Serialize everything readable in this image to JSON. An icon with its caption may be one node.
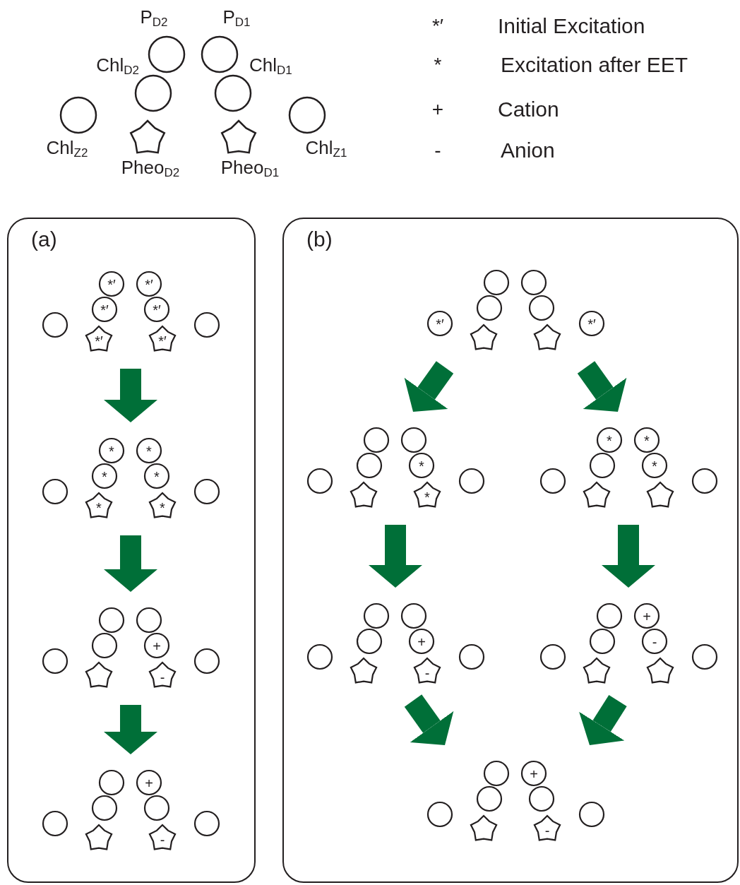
{
  "diagram": {
    "nodes": [
      {
        "text": [
          "P$_{D2}$"
        ]
      },
      {
        "text": [
          "P$_{D1}$"
        ]
      },
      {
        "text": [
          "Chl$_{D2}$"
        ]
      },
      {
        "text": [
          "Chl$_{D1}$"
        ]
      },
      {
        "text": [
          "Chl$_{Z2}$"
        ]
      },
      {
        "text": [
          "Chl$_{Z1}$"
        ]
      },
      {
        "text": [
          "Pheo$_{D2}$"
        ]
      },
      {
        "text": [
          "Pheo$_{D1}$"
        ]
      },
      {
        "text": [
          "(a)"
        ]
      },
      {
        "text": [],
        "shape": "group",
        "in": 8
      },
      {
        "text": [
          "*′"
        ],
        "in": 9
      },
      {
        "text": [
          "*′"
        ],
        "in": 9
      },
      {
        "text": [
          "*′"
        ],
        "in": 9
      },
      {
        "text": [
          "*′"
        ],
        "in": 9
      },
      {
        "text": [],
        "shape": "circle",
        "in": 9
      },
      {
        "text": [],
        "shape": "circle",
        "in": 9
      },
      {
        "text": [
          "*′"
        ],
        "in": 9
      },
      {
        "text": [
          "*′"
        ],
        "in": 9
      },
      {
        "text": [],
        "shape": "group",
        "in": 8
      },
      {
        "text": [
          "*"
        ],
        "in": 18
      },
      {
        "text": [
          "*"
        ],
        "in": 18
      },
      {
        "text": [
          "*"
        ],
        "in": 18
      },
      {
        "text": [
          "*"
        ],
        "in": 18
      },
      {
        "text": [],
        "shape": "circle",
        "in": 18
      },
      {
        "text": [],
        "shape": "circle",
        "in": 18
      },
      {
        "text": [
          "*"
        ],
        "in": 18
      },
      {
        "text": [
          "*"
        ],
        "in": 18
      },
      {
        "text": [],
        "shape": "group",
        "in": 8
      },
      {
        "text": [],
        "shape": "circle",
        "in": 27
      },
      {
        "text": [],
        "shape": "circle",
        "in": 27
      },
      {
        "text": [],
        "shape": "circle",
        "in": 27
      },
      {
        "text": [
          "+"
        ],
        "in": 27
      },
      {
        "text": [],
        "shape": "circle",
        "in": 27
      },
      {
        "text": [],
        "shape": "circle",
        "in": 27
      },
      {
        "text": [],
        "shape": "star",
        "in": 27
      },
      {
        "text": [
          "-"
        ],
        "in": 27
      },
      {
        "text": [],
        "shape": "group",
        "in": 8
      },
      {
        "text": [],
        "shape": "circle",
        "in": 36
      },
      {
        "text": [
          "+"
        ],
        "in": 36
      },
      {
        "text": [],
        "shape": "circle",
        "in": 36
      },
      {
        "text": [],
        "shape": "circle",
        "in": 36
      },
      {
        "text": [],
        "shape": "circle",
        "in": 36
      },
      {
        "text": [],
        "shape": "circle",
        "in": 36
      },
      {
        "text": [],
        "shape": "star",
        "in": 36
      },
      {
        "text": [
          "-"
        ],
        "in": 36
      },
      {
        "text": [
          "(b)"
        ]
      },
      {
        "text": [],
        "shape": "group",
        "in": 45
      },
      {
        "text": [],
        "shape": "circle",
        "in": 46
      },
      {
        "text": [],
        "shape": "circle",
        "in": 46
      },
      {
        "text": [],
        "shape": "circle",
        "in": 46
      },
      {
        "text": [],
        "shape": "circle",
        "in": 46
      },
      {
        "text": [
          "*′"
        ],
        "in": 46
      },
      {
        "text": [
          "*′"
        ],
        "in": 46
      },
      {
        "text": [],
        "shape": "star",
        "in": 46
      },
      {
        "text": [],
        "shape": "star",
        "in": 46
      },
      {
        "text": [],
        "shape": "group",
        "in": 45
      },
      {
        "text": [],
        "shape": "circle",
        "in": 55
      },
      {
        "text": [],
        "shape": "circle",
        "in": 55
      },
      {
        "text": [],
        "shape": "circle",
        "in": 55
      },
      {
        "text": [
          "*"
        ],
        "in": 55
      },
      {
        "text": [],
        "shape": "circle",
        "in": 55
      },
      {
        "text": [],
        "shape": "circle",
        "in": 55
      },
      {
        "text": [],
        "shape": "star",
        "in": 55
      },
      {
        "text": [
          "*"
        ],
        "in": 55
      },
      {
        "text": [],
        "shape": "group",
        "in": 45
      },
      {
        "text": [
          "*"
        ],
        "in": 64
      },
      {
        "text": [
          "*"
        ],
        "in": 64
      },
      {
        "text": [],
        "shape": "circle",
        "in": 64
      },
      {
        "text": [
          "*"
        ],
        "in": 64
      },
      {
        "text": [],
        "shape": "circle",
        "in": 64
      },
      {
        "text": [],
        "shape": "circle",
        "in": 64
      },
      {
        "text": [],
        "shape": "star",
        "in": 64
      },
      {
        "text": [],
        "shape": "star",
        "in": 64
      },
      {
        "text": [],
        "shape": "group",
        "in": 45
      },
      {
        "text": [],
        "shape": "circle",
        "in": 73
      },
      {
        "text": [],
        "shape": "circle",
        "in": 73
      },
      {
        "text": [],
        "shape": "circle",
        "in": 73
      },
      {
        "text": [
          "+"
        ],
        "in": 73
      },
      {
        "text": [],
        "shape": "circle",
        "in": 73
      },
      {
        "text": [],
        "shape": "circle",
        "in": 73
      },
      {
        "text": [],
        "shape": "star",
        "in": 73
      },
      {
        "text": [
          "-"
        ],
        "in": 73
      },
      {
        "text": [],
        "shape": "group",
        "in": 45
      },
      {
        "text": [],
        "shape": "circle",
        "in": 82
      },
      {
        "text": [
          "+"
        ],
        "in": 82
      },
      {
        "text": [],
        "shape": "circle",
        "in": 82
      },
      {
        "text": [
          "-"
        ],
        "in": 82
      },
      {
        "text": [],
        "shape": "circle",
        "in": 82
      },
      {
        "text": [],
        "shape": "circle",
        "in": 82
      },
      {
        "text": [],
        "shape": "star",
        "in": 82
      },
      {
        "text": [],
        "shape": "star",
        "in": 82
      },
      {
        "text": [],
        "shape": "group",
        "in": 45
      },
      {
        "text": [],
        "shape": "circle",
        "in": 91
      },
      {
        "text": [
          "+"
        ],
        "in": 91
      },
      {
        "text": [],
        "shape": "circle",
        "in": 91
      },
      {
        "text": [],
        "shape": "circle",
        "in": 91
      },
      {
        "text": [],
        "shape": "circle",
        "in": 91
      },
      {
        "text": [],
        "shape": "circle",
        "in": 91
      },
      {
        "text": [],
        "shape": "star",
        "in": 91
      },
      {
        "text": [
          "-"
        ],
        "in": 91
      }
    ],
    "edges": [
      {
        "from": 9,
        "to": 18,
        "arrow": "to",
        "color": "#006f38"
      },
      {
        "from": 18,
        "to": 27,
        "arrow": "to",
        "color": "#006f38"
      },
      {
        "from": 27,
        "to": 36,
        "arrow": "to",
        "color": "#006f38"
      },
      {
        "from": 46,
        "to": 55,
        "arrow": "to",
        "color": "#006f38"
      },
      {
        "from": 46,
        "to": 64,
        "arrow": "to",
        "color": "#006f38"
      },
      {
        "from": 55,
        "to": 73,
        "arrow": "to",
        "color": "#006f38"
      },
      {
        "from": 64,
        "to": 82,
        "arrow": "to",
        "color": "#006f38"
      },
      {
        "from": 73,
        "to": 91,
        "arrow": "to",
        "color": "#006f38"
      },
      {
        "from": 82,
        "to": 91,
        "arrow": "to",
        "color": "#006f38"
      }
    ],
    "labels": [
      "*′",
      "*",
      "+",
      "-"
    ],
    "legend": [
      {
        "text": "Initial Excitation"
      },
      {
        "text": "Excitation after EET"
      },
      {
        "text": "Cation"
      },
      {
        "text": "Anion"
      }
    ]
  }
}
